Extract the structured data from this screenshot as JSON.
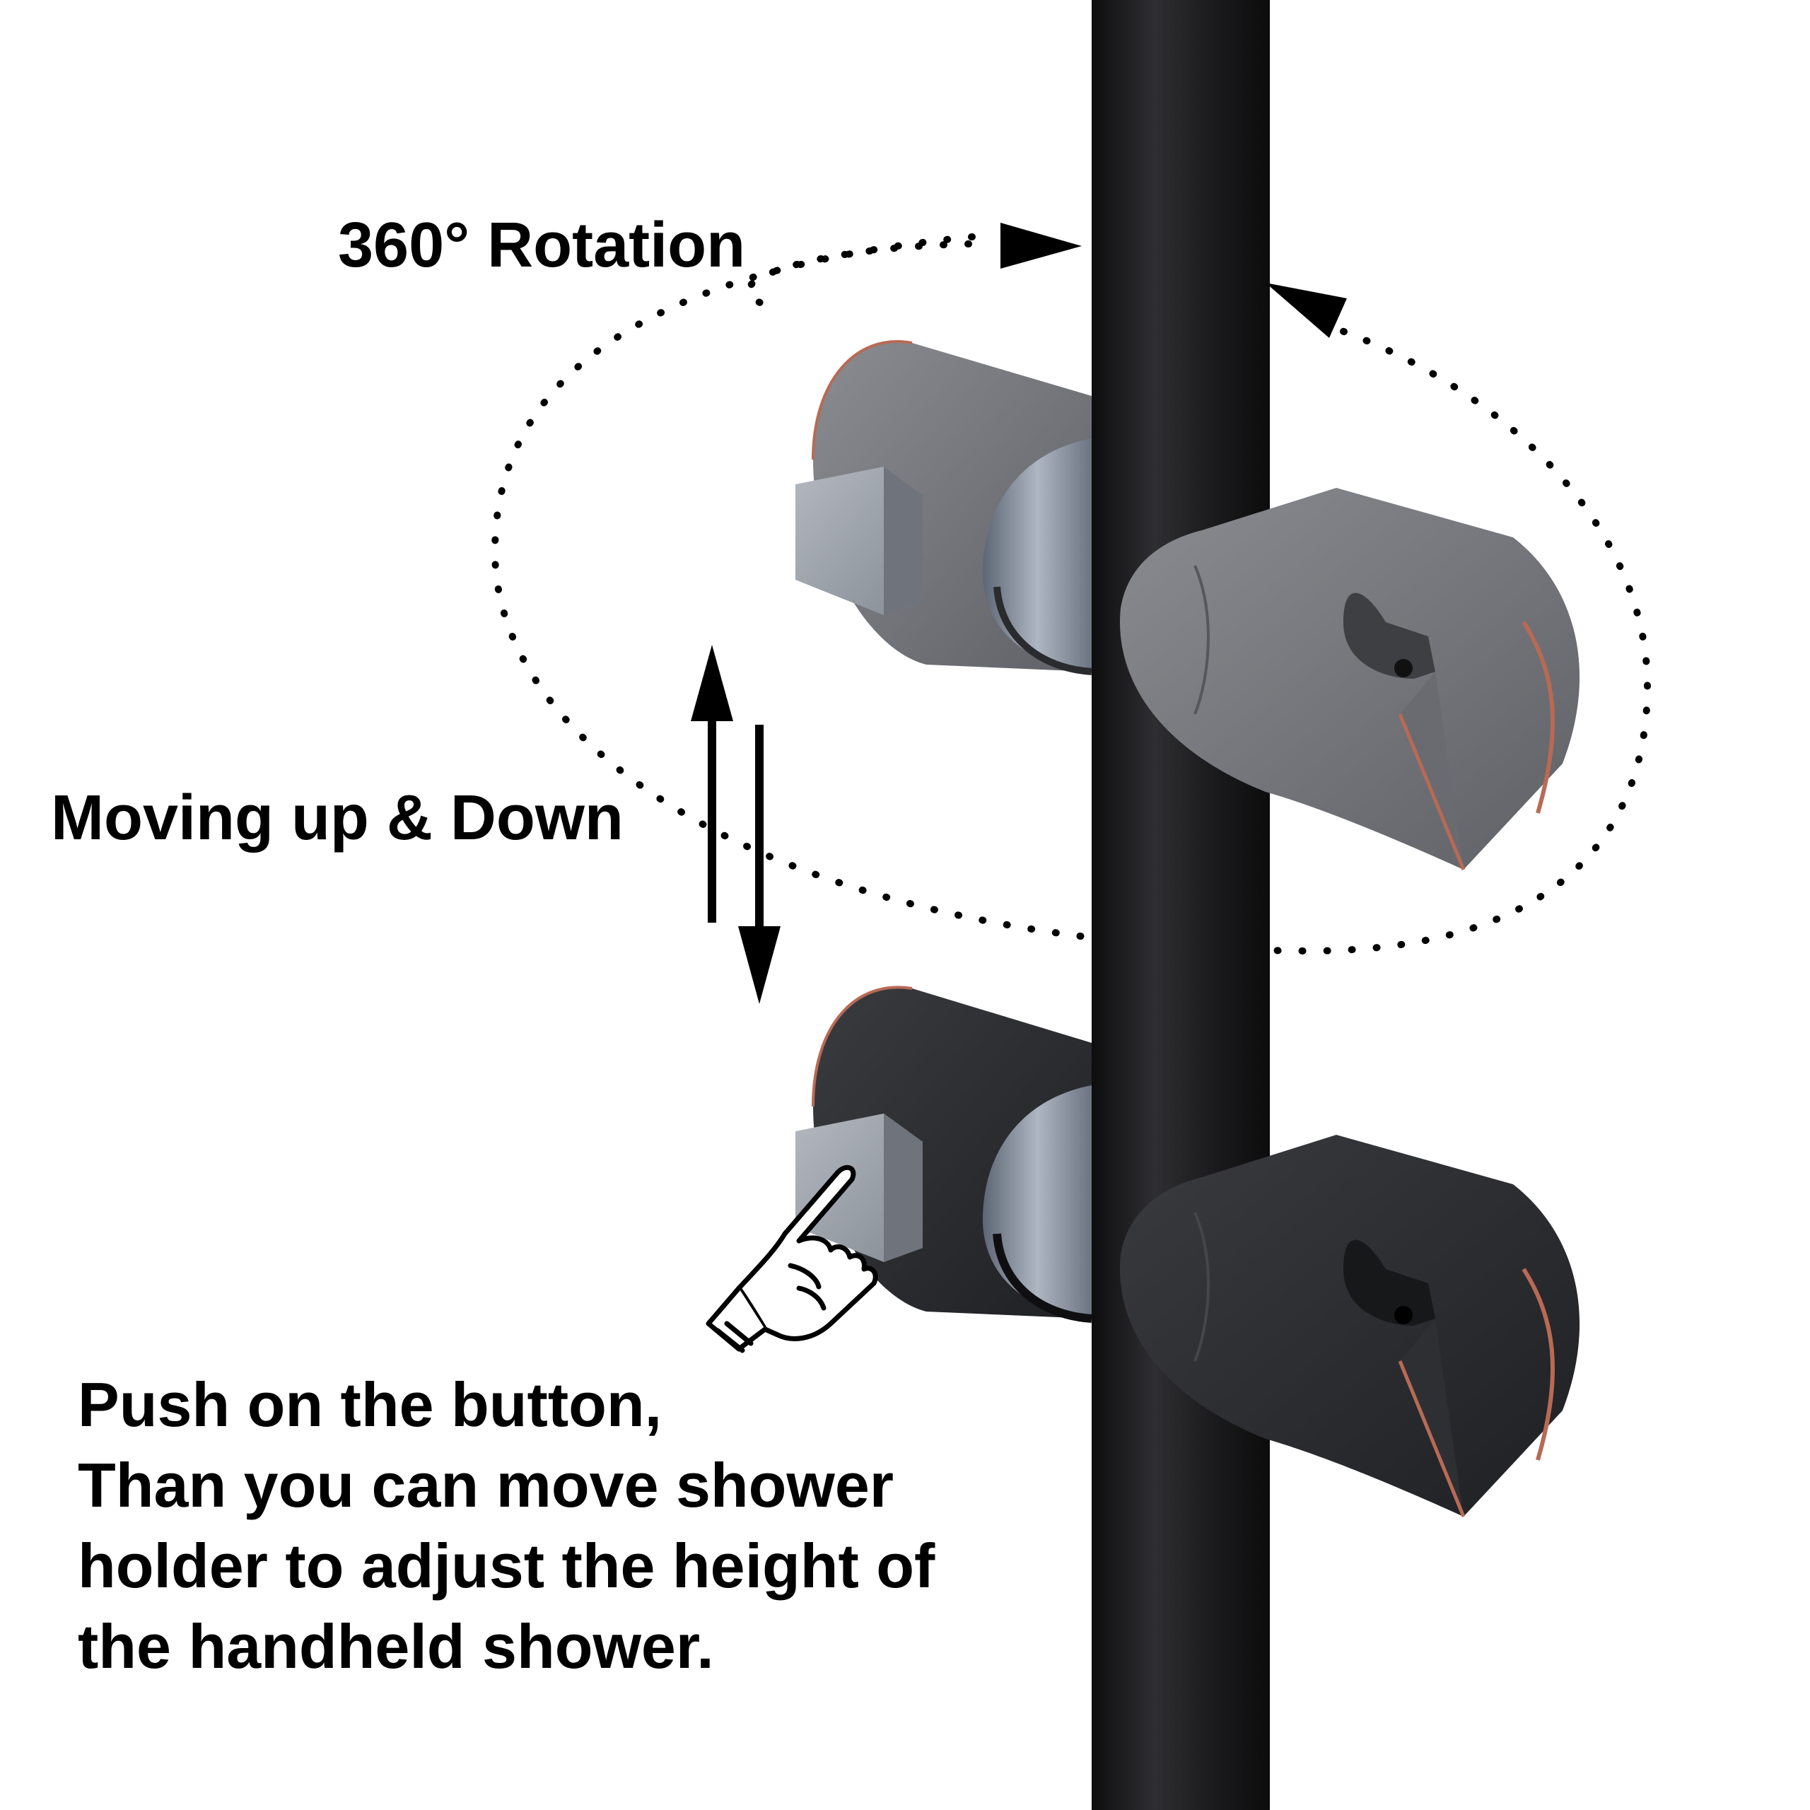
{
  "labels": {
    "rotation": "360° Rotation",
    "moving": "Moving up & Down",
    "instruction": [
      "Push on the button,",
      "Than you can move shower",
      "holder to adjust the height of",
      "the handheld shower."
    ]
  },
  "colors": {
    "pole": "#1f1f21",
    "holder_light": "#7b7d82",
    "holder_dark": "#2b2c2f",
    "button_face": "#9ea3ab",
    "copper_edge": "#b86a55",
    "ink": "#000000"
  },
  "icons": {
    "rotation": "dotted-rotation-arrow-icon",
    "vertical": "up-down-arrows-icon",
    "hand": "pointing-hand-icon"
  }
}
